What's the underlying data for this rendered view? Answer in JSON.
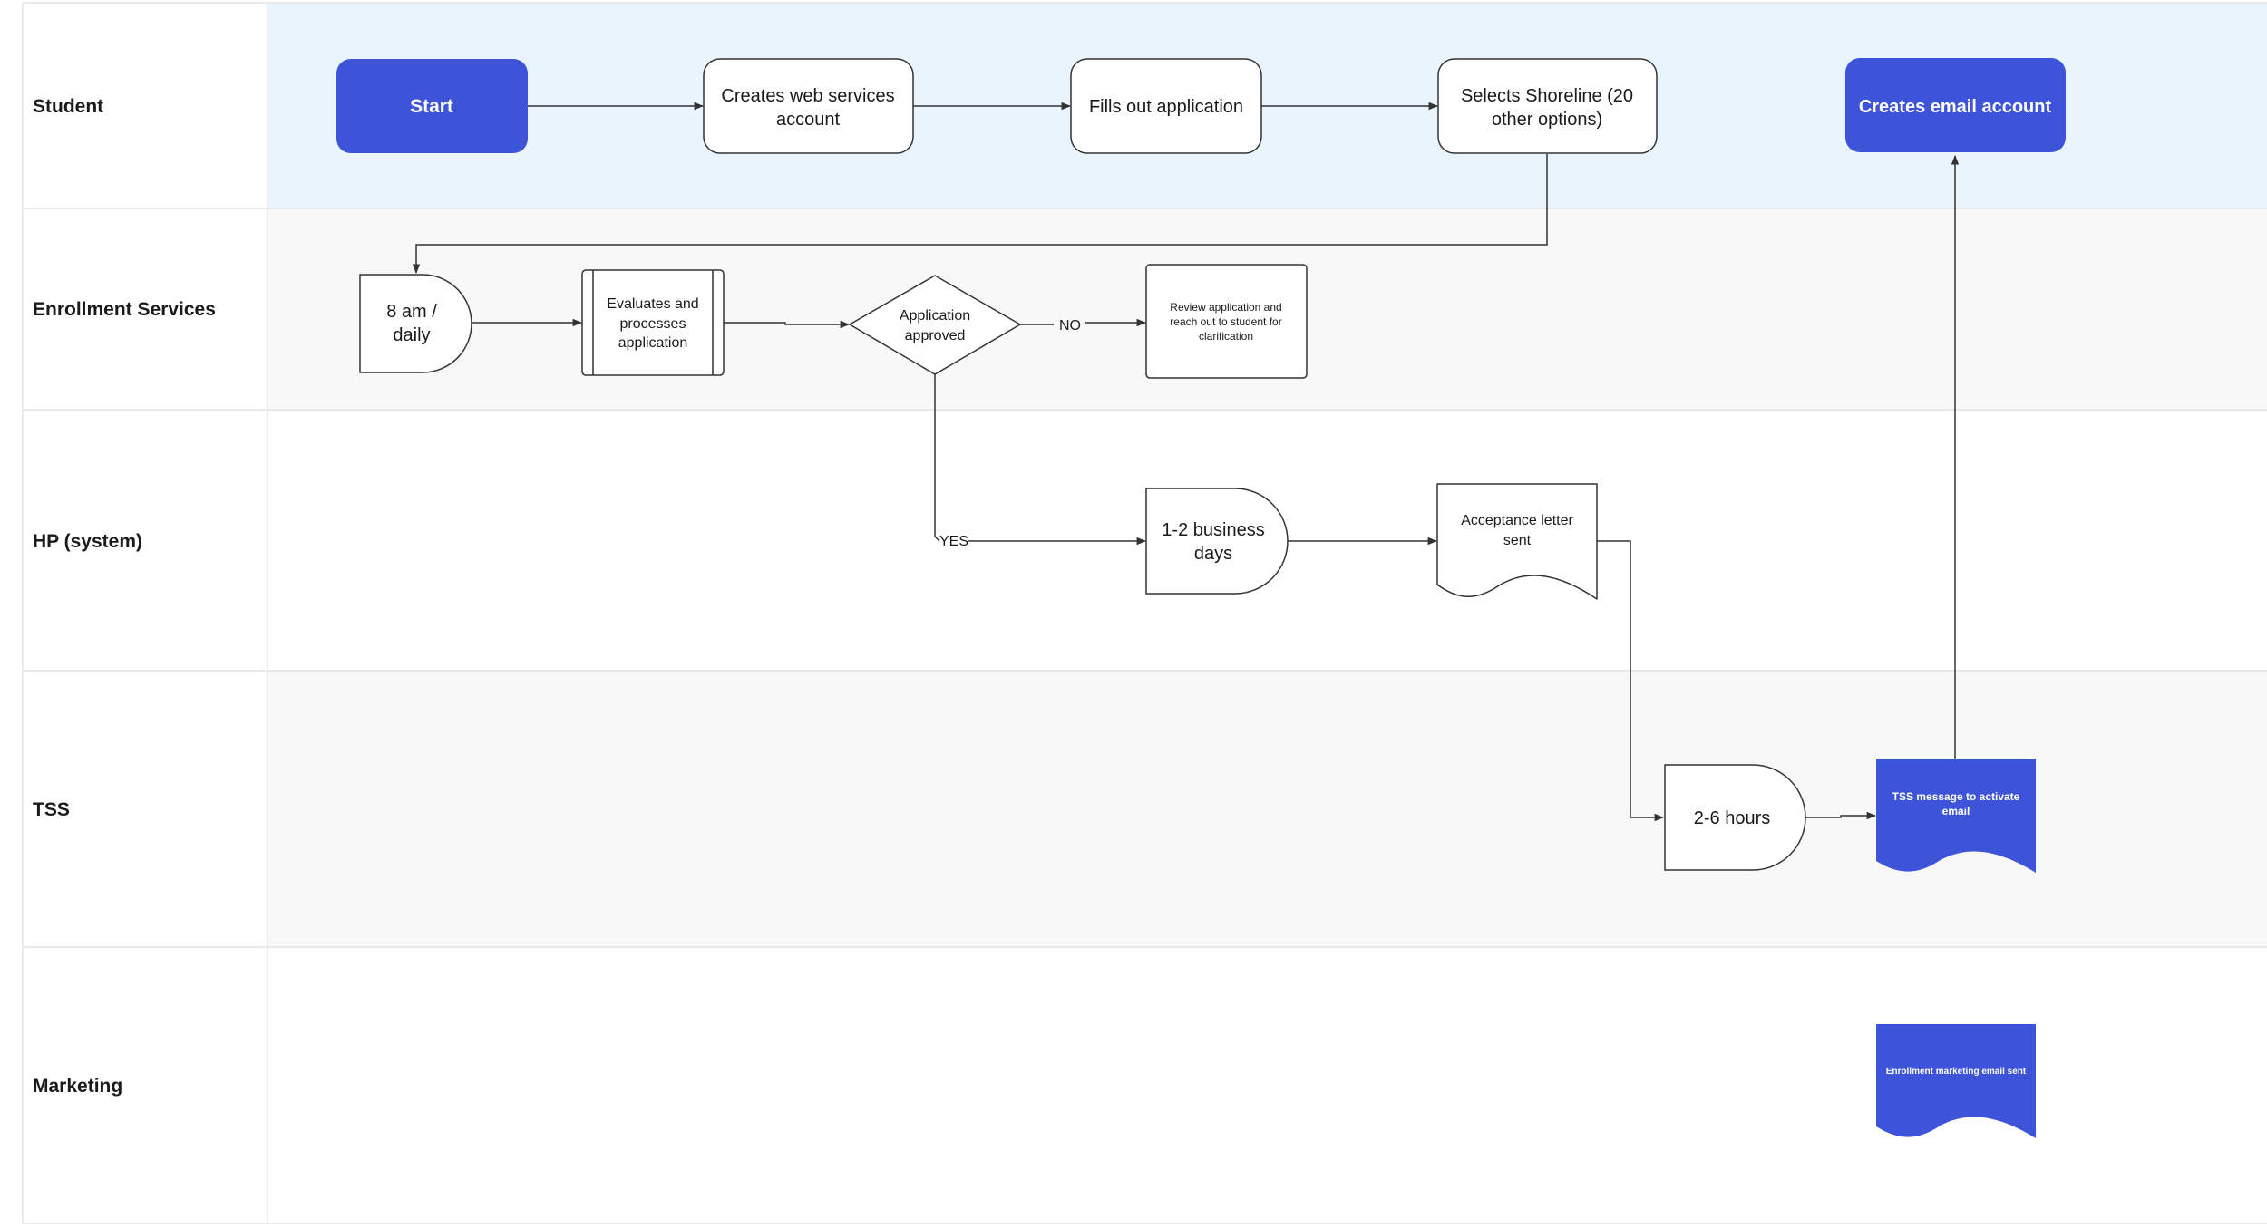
{
  "diagram": {
    "lanes": [
      {
        "id": "student",
        "label": "Student"
      },
      {
        "id": "enrollment",
        "label": "Enrollment Services"
      },
      {
        "id": "hp",
        "label": "HP (system)"
      },
      {
        "id": "tss",
        "label": "TSS"
      },
      {
        "id": "marketing",
        "label": "Marketing"
      }
    ],
    "nodes": {
      "start": {
        "lines": [
          "Start"
        ]
      },
      "create_web_account": {
        "lines": [
          "Creates web services",
          "account"
        ]
      },
      "fill_application": {
        "lines": [
          "Fills out application"
        ]
      },
      "select_shoreline": {
        "lines": [
          "Selects Shoreline (20",
          "other options)"
        ]
      },
      "create_email": {
        "lines": [
          "Creates email account"
        ]
      },
      "delay_8am": {
        "lines": [
          "8 am /",
          "daily"
        ]
      },
      "evaluate": {
        "lines": [
          "Evaluates and",
          "processes",
          "application"
        ]
      },
      "decision": {
        "lines": [
          "Application",
          "approved"
        ]
      },
      "review": {
        "lines": [
          "Review application and",
          "reach out to student for",
          "clarification"
        ]
      },
      "delay_business": {
        "lines": [
          "1-2 business",
          "days"
        ]
      },
      "acceptance": {
        "lines": [
          "Acceptance letter",
          "sent"
        ]
      },
      "delay_hours": {
        "lines": [
          "2-6 hours"
        ]
      },
      "tss_message": {
        "lines": [
          "TSS message to activate",
          "email"
        ]
      },
      "marketing_email": {
        "lines": [
          "Enrollment marketing email sent"
        ]
      }
    },
    "edge_labels": {
      "no": "NO",
      "yes": "YES"
    },
    "colors": {
      "accent": "#3d53d8",
      "student_lane_bg": "#eaf4fd",
      "gray_lane_bg": "#f8f8f8",
      "line": "#333333"
    }
  }
}
